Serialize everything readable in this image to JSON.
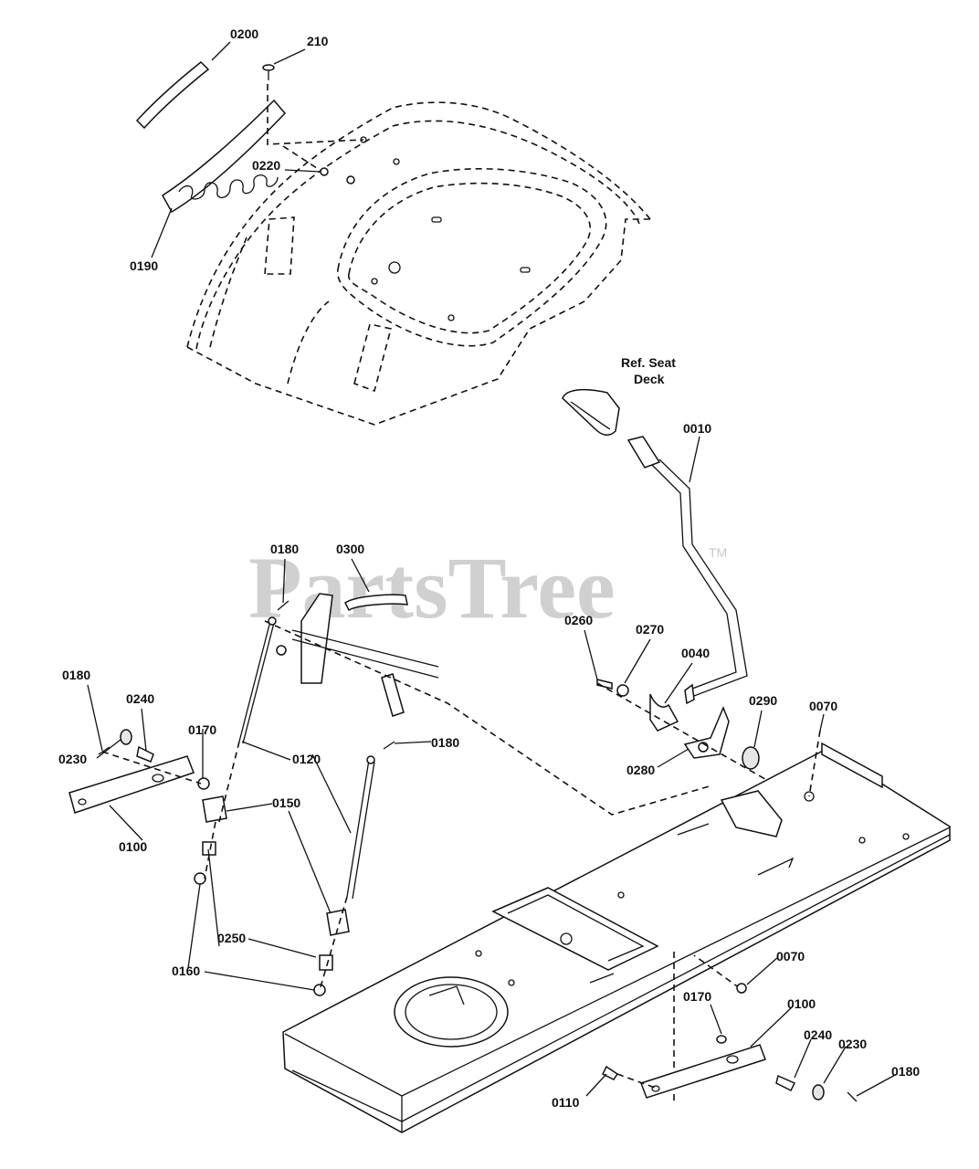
{
  "watermark": {
    "text": "PartsTree",
    "trademark": "TM"
  },
  "ref_label": {
    "line1": "Ref. Seat",
    "line2": "Deck"
  },
  "callouts": [
    {
      "id": "c-0200",
      "label": "0200"
    },
    {
      "id": "c-210",
      "label": "210"
    },
    {
      "id": "c-0220",
      "label": "0220"
    },
    {
      "id": "c-0190",
      "label": "0190"
    },
    {
      "id": "c-0010",
      "label": "0010"
    },
    {
      "id": "c-0180a",
      "label": "0180"
    },
    {
      "id": "c-0300",
      "label": "0300"
    },
    {
      "id": "c-0260",
      "label": "0260"
    },
    {
      "id": "c-0270",
      "label": "0270"
    },
    {
      "id": "c-0040",
      "label": "0040"
    },
    {
      "id": "c-0290",
      "label": "0290"
    },
    {
      "id": "c-0070a",
      "label": "0070"
    },
    {
      "id": "c-0180b",
      "label": "0180"
    },
    {
      "id": "c-0240a",
      "label": "0240"
    },
    {
      "id": "c-0170a",
      "label": "0170"
    },
    {
      "id": "c-0120",
      "label": "0120"
    },
    {
      "id": "c-0180c",
      "label": "0180"
    },
    {
      "id": "c-0280",
      "label": "0280"
    },
    {
      "id": "c-0230a",
      "label": "0230"
    },
    {
      "id": "c-0150",
      "label": "0150"
    },
    {
      "id": "c-0100a",
      "label": "0100"
    },
    {
      "id": "c-0250",
      "label": "0250"
    },
    {
      "id": "c-0160",
      "label": "0160"
    },
    {
      "id": "c-0070b",
      "label": "0070"
    },
    {
      "id": "c-0170b",
      "label": "0170"
    },
    {
      "id": "c-0100b",
      "label": "0100"
    },
    {
      "id": "c-0240b",
      "label": "0240"
    },
    {
      "id": "c-0230b",
      "label": "0230"
    },
    {
      "id": "c-0180d",
      "label": "0180"
    },
    {
      "id": "c-0110",
      "label": "0110"
    }
  ]
}
